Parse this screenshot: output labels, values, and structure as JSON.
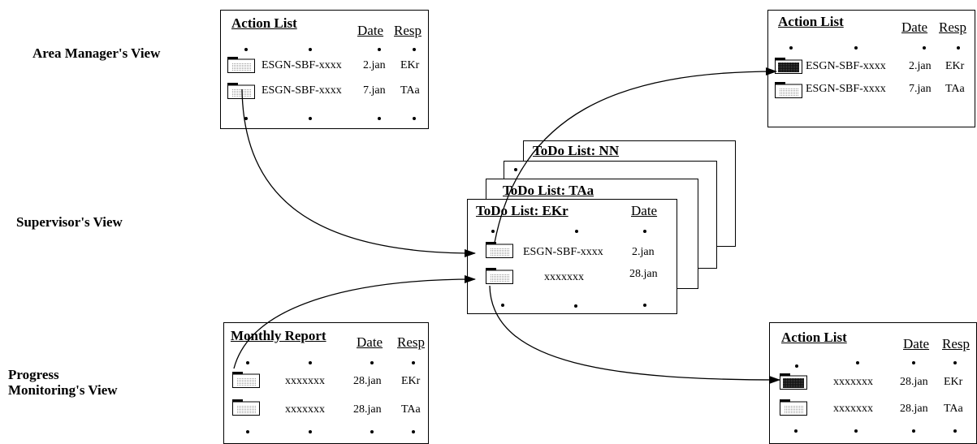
{
  "views": {
    "area_manager": "Area Manager's View",
    "supervisor": "Supervisor's View",
    "progress_line1": "Progress",
    "progress_line2": "Monitoring's View"
  },
  "am_list": {
    "title": "Action List",
    "col_date": "Date",
    "col_resp": "Resp",
    "rows": [
      {
        "name": "ESGN-SBF-xxxx",
        "date": "2.jan",
        "resp": "EKr"
      },
      {
        "name": "ESGN-SBF-xxxx",
        "date": "7.jan",
        "resp": "TAa"
      }
    ]
  },
  "am_list_updated": {
    "title": "Action List",
    "col_date": "Date",
    "col_resp": "Resp",
    "rows": [
      {
        "name": "ESGN-SBF-xxxx",
        "date": "2.jan",
        "resp": "EKr"
      },
      {
        "name": "ESGN-SBF-xxxx",
        "date": "7.jan",
        "resp": "TAa"
      }
    ]
  },
  "todo_nn": {
    "title": "ToDo List: NN"
  },
  "todo_taa": {
    "title": "ToDo List: TAa"
  },
  "todo_ekr": {
    "title": "ToDo List: EKr",
    "col_date": "Date",
    "rows": [
      {
        "name": "ESGN-SBF-xxxx",
        "date": "2.jan"
      },
      {
        "name": "xxxxxxx",
        "date": "28.jan"
      }
    ]
  },
  "monthly": {
    "title": "Monthly Report",
    "col_date": "Date",
    "col_resp": "Resp",
    "rows": [
      {
        "name": "xxxxxxx",
        "date": "28.jan",
        "resp": "EKr"
      },
      {
        "name": "xxxxxxx",
        "date": "28.jan",
        "resp": "TAa"
      }
    ]
  },
  "pm_action": {
    "title": "Action List",
    "col_date": "Date",
    "col_resp": "Resp",
    "rows": [
      {
        "name": "xxxxxxx",
        "date": "28.jan",
        "resp": "EKr"
      },
      {
        "name": "xxxxxxx",
        "date": "28.jan",
        "resp": "TAa"
      }
    ]
  },
  "icons": {
    "folder_empty": "folder-icon",
    "folder_active": "folder-filled-icon"
  }
}
